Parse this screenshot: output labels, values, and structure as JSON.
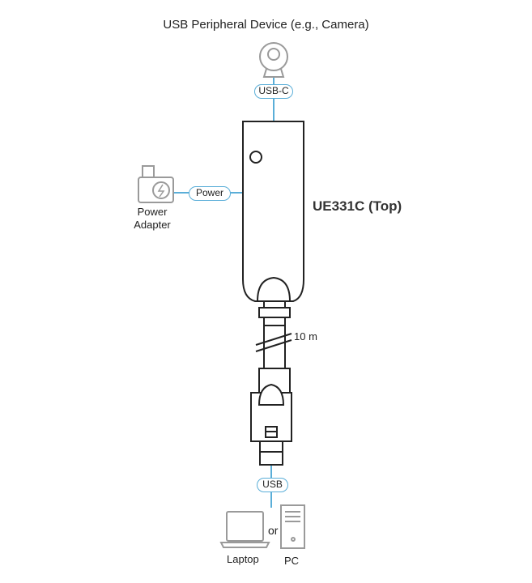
{
  "labels": {
    "peripheral": "USB Peripheral Device (e.g., Camera)",
    "usb_c": "USB-C",
    "power": "Power",
    "power_adapter_line1": "Power",
    "power_adapter_line2": "Adapter",
    "model": "UE331C (Top)",
    "cable_length": "10 m",
    "usb": "USB",
    "or": "or",
    "laptop": "Laptop",
    "pc": "PC"
  },
  "colors": {
    "connector_line": "#5aaed8",
    "outline": "#222222",
    "icon_gray": "#9a9a9a"
  },
  "icons": [
    "camera-icon",
    "power-adapter-icon",
    "laptop-icon",
    "pc-tower-icon"
  ]
}
